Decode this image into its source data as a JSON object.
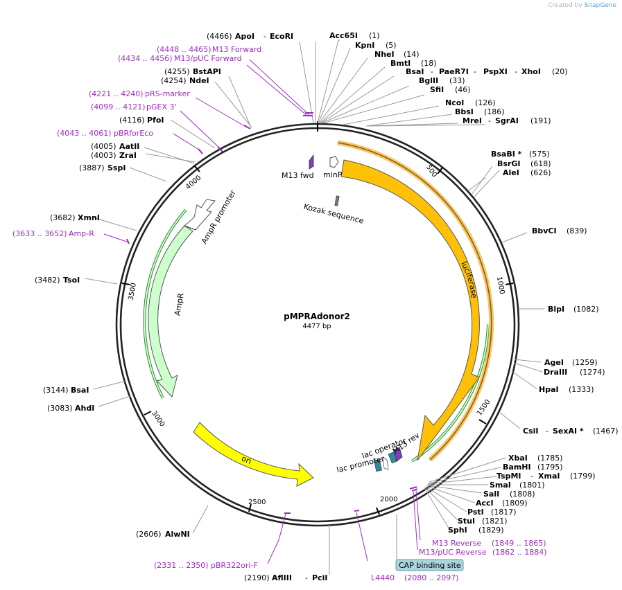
{
  "branding": {
    "prefix": "Created by",
    "name": "SnapGene"
  },
  "plasmid": {
    "name": "pMPRAdonor2",
    "length_label": "4477 bp",
    "length": 4477
  },
  "ticks": [
    "500",
    "1000",
    "1500",
    "2000",
    "2500",
    "3000",
    "3500",
    "4000"
  ],
  "features": [
    {
      "id": "luciferase",
      "label": "luciferase"
    },
    {
      "id": "ori",
      "label": "ori"
    },
    {
      "id": "ampr",
      "label": "AmpR"
    },
    {
      "id": "ampr-promoter",
      "label": "AmpR promoter"
    },
    {
      "id": "m13-fwd",
      "label": "M13 fwd"
    },
    {
      "id": "minp",
      "label": "minP"
    },
    {
      "id": "kozak",
      "label": "Kozak sequence"
    },
    {
      "id": "lac-operator",
      "label": "lac operator"
    },
    {
      "id": "lac-promoter",
      "label": "lac promoter"
    },
    {
      "id": "m13-rev",
      "label": "M13 rev"
    },
    {
      "id": "cap",
      "label": "CAP binding site"
    }
  ],
  "sites": {
    "apoi": {
      "pos": "(4466)",
      "name": "ApoI",
      "name2": "EcoRI"
    },
    "acc65i": {
      "name": "Acc65I",
      "pos": "(1)"
    },
    "kpni": {
      "name": "KpnI",
      "pos": "(5)"
    },
    "nhei": {
      "name": "NheI",
      "pos": "(14)"
    },
    "bmti": {
      "name": "BmtI",
      "pos": "(18)"
    },
    "bsai20": {
      "name": "BsaI",
      "name2": "PaeR7I",
      "name3": "PspXI",
      "name4": "XhoI",
      "pos": "(20)"
    },
    "bglii": {
      "name": "BglII",
      "pos": "(33)"
    },
    "sfii": {
      "name": "SfiI",
      "pos": "(46)"
    },
    "ncoi": {
      "name": "NcoI",
      "pos": "(126)"
    },
    "bbsi": {
      "name": "BbsI",
      "pos": "(186)"
    },
    "mrei": {
      "name": "MreI",
      "name2": "SgrAI",
      "pos": "(191)"
    },
    "bsabi": {
      "name": "BsaBI *",
      "pos": "(575)"
    },
    "bsrgi": {
      "name": "BsrGI",
      "pos": "(618)"
    },
    "alei": {
      "name": "AleI",
      "pos": "(626)"
    },
    "bbvci": {
      "name": "BbvCI",
      "pos": "(839)"
    },
    "blpi": {
      "name": "BlpI",
      "pos": "(1082)"
    },
    "agei": {
      "name": "AgeI",
      "pos": "(1259)"
    },
    "draiii": {
      "name": "DraIII",
      "pos": "(1274)"
    },
    "hpai": {
      "name": "HpaI",
      "pos": "(1333)"
    },
    "csii": {
      "name": "CsiI",
      "name2": "SexAI *",
      "pos": "(1467)"
    },
    "xbai": {
      "name": "XbaI",
      "pos": "(1785)"
    },
    "bamhi": {
      "name": "BamHI",
      "pos": "(1795)"
    },
    "tspmi": {
      "name": "TspMI",
      "name2": "XmaI",
      "pos": "(1799)"
    },
    "smai": {
      "name": "SmaI",
      "pos": "(1801)"
    },
    "sali": {
      "name": "SalI",
      "pos": "(1808)"
    },
    "acci": {
      "name": "AccI",
      "pos": "(1809)"
    },
    "psti": {
      "name": "PstI",
      "pos": "(1817)"
    },
    "stui": {
      "name": "StuI",
      "pos": "(1821)"
    },
    "sphi": {
      "name": "SphI",
      "pos": "(1829)"
    },
    "afliii": {
      "pos": "(2190)",
      "name": "AflIII",
      "name2": "PciI"
    },
    "alwni": {
      "pos": "(2606)",
      "name": "AlwNI"
    },
    "ahdi": {
      "pos": "(3083)",
      "name": "AhdI"
    },
    "bsai3144": {
      "pos": "(3144)",
      "name": "BsaI"
    },
    "tsoi": {
      "pos": "(3482)",
      "name": "TsoI"
    },
    "xmni": {
      "pos": "(3682)",
      "name": "XmnI"
    },
    "sspi": {
      "pos": "(3887)",
      "name": "SspI"
    },
    "zrai": {
      "pos": "(4003)",
      "name": "ZraI"
    },
    "aatii": {
      "pos": "(4005)",
      "name": "AatII"
    },
    "pfoi": {
      "pos": "(4116)",
      "name": "PfoI"
    },
    "ndei": {
      "pos": "(4254)",
      "name": "NdeI"
    },
    "bstapi": {
      "pos": "(4255)",
      "name": "BstAPI"
    }
  },
  "primers": {
    "m13fwd": {
      "range": "(4448 .. 4465)",
      "name": "M13 Forward"
    },
    "m13puc_fwd": {
      "range": "(4434 .. 4456)",
      "name": "M13/pUC Forward"
    },
    "prs": {
      "range": "(4221 .. 4240)",
      "name": "pRS-marker"
    },
    "pgex": {
      "range": "(4099 .. 4121)",
      "name": "pGEX 3'"
    },
    "pbr_eco": {
      "range": "(4043 .. 4061)",
      "name": "pBRforEco"
    },
    "ampr": {
      "range": "(3633 .. 3652)",
      "name": "Amp-R"
    },
    "pbr322": {
      "range": "(2331 .. 2350)",
      "name": "pBR322ori-F"
    },
    "l4440": {
      "name": "L4440",
      "range": "(2080 .. 2097)"
    },
    "m13rev": {
      "name": "M13 Reverse",
      "range": "(1849 .. 1865)"
    },
    "m13puc_rev": {
      "name": "M13/pUC Reverse",
      "range": "(1862 .. 1884)"
    }
  },
  "colors": {
    "luciferase": "#ffc107",
    "ori": "#ffff00",
    "ampr": "#ccffcc",
    "primer": "#9b2bbf",
    "cap_box": "#a8d4dc",
    "line": "#888888",
    "lac": "#2e8b9a"
  }
}
